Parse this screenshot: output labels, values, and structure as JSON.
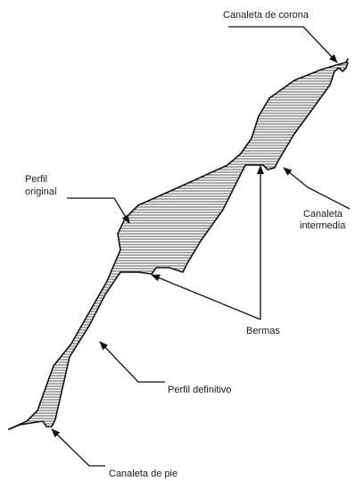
{
  "labels": {
    "canaleta_corona": "Canaleta de corona",
    "perfil_original_1": "Perfil",
    "perfil_original_2": "original",
    "canaleta_intermedia_1": "Canaleta",
    "canaleta_intermedia_2": "intermedia",
    "bermas": "Bermas",
    "perfil_definitivo": "Perfil definitivo",
    "canaleta_pie": "Canaleta de pie"
  },
  "colors": {
    "stroke": "#111111",
    "hatch": "#1a1a1a",
    "background": "#ffffff"
  }
}
